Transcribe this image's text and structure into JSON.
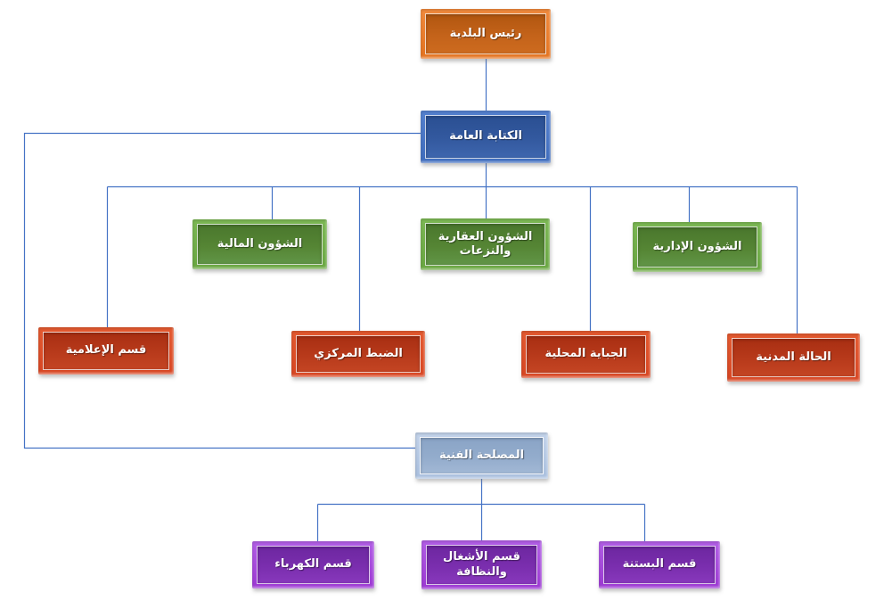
{
  "diagram": {
    "type": "org-chart",
    "nodes": {
      "mayor": {
        "label": "رئيس البلدية"
      },
      "general_secretariat": {
        "label": "الكتابة العامة"
      },
      "financial_affairs": {
        "label": "الشؤون المالية"
      },
      "real_estate_affairs": {
        "label": "الشؤون العقارية والنزعات"
      },
      "administrative_affairs": {
        "label": "الشؤون الإدارية"
      },
      "it_department": {
        "label": "قسم الإعلامية"
      },
      "central_control": {
        "label": "الضبط المركزي"
      },
      "local_taxes": {
        "label": "الجباية المحلية"
      },
      "civil_status": {
        "label": "الحالة المدنية"
      },
      "technical_service": {
        "label": "المصلحة الفنية"
      },
      "electricity_department": {
        "label": "قسم الكهرباء"
      },
      "works_cleaning_department": {
        "label": "قسم الأشغال والنظافة"
      },
      "gardening_department": {
        "label": "قسم البستنة"
      }
    },
    "edges": [
      {
        "from": "mayor",
        "to": "general_secretariat"
      },
      {
        "from": "general_secretariat",
        "to": "financial_affairs"
      },
      {
        "from": "general_secretariat",
        "to": "real_estate_affairs"
      },
      {
        "from": "general_secretariat",
        "to": "administrative_affairs"
      },
      {
        "from": "general_secretariat",
        "to": "it_department"
      },
      {
        "from": "general_secretariat",
        "to": "central_control"
      },
      {
        "from": "general_secretariat",
        "to": "local_taxes"
      },
      {
        "from": "general_secretariat",
        "to": "civil_status"
      },
      {
        "from": "general_secretariat",
        "to": "technical_service"
      },
      {
        "from": "technical_service",
        "to": "electricity_department"
      },
      {
        "from": "technical_service",
        "to": "works_cleaning_department"
      },
      {
        "from": "technical_service",
        "to": "gardening_department"
      }
    ],
    "colors": {
      "orange_frame": "#ED7D31",
      "orange_fill": "#BD5E14",
      "blue_frame": "#4472C4",
      "blue_fill": "#2F5597",
      "green_frame": "#70AD47",
      "green_fill": "#538135",
      "red_frame": "#DC4B27",
      "red_fill": "#B23517",
      "sky_frame": "#B4C7E7",
      "sky_fill": "#8FAACB",
      "purple_frame": "#A445DB",
      "purple_fill": "#7A2EA8",
      "connector": "#4573C5",
      "text": "#FFFFFF"
    }
  }
}
